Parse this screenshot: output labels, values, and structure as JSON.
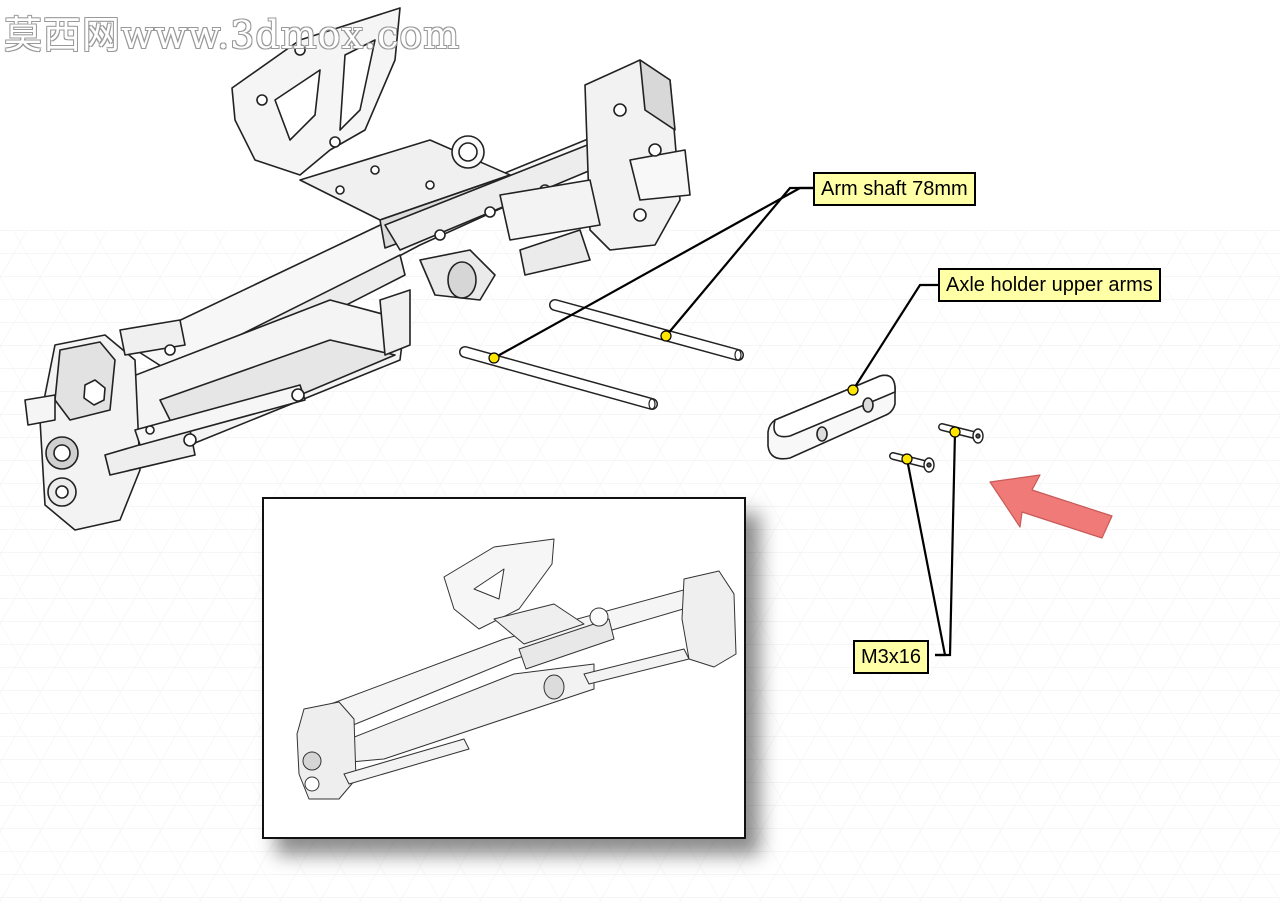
{
  "watermark": "莫西网www.3dmox.com",
  "callouts": {
    "arm_shaft": "Arm shaft 78mm",
    "axle_holder": "Axle holder upper arms",
    "screw": "M3x16"
  },
  "colors": {
    "callout_fill": "#ffffa6",
    "marker_dot": "#ffe600",
    "arrow": "#f07a78",
    "line": "#000000"
  },
  "icons": {
    "direction_arrow": "arrow-pointing-up-left-icon"
  }
}
